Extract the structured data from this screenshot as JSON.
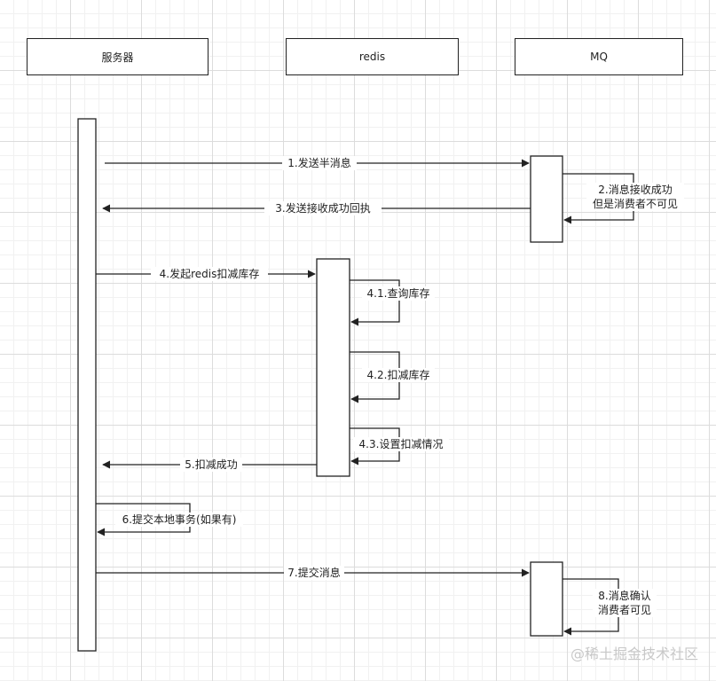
{
  "participants": {
    "server": "服务器",
    "redis": "redis",
    "mq": "MQ"
  },
  "messages": {
    "m1": "1.发送半消息",
    "m2_line1": "2.消息接收成功",
    "m2_line2": "但是消费者不可见",
    "m3": "3.发送接收成功回执",
    "m4": "4.发起redis扣减库存",
    "m4_1": "4.1.查询库存",
    "m4_2": "4.2.扣减库存",
    "m4_3": "4.3.设置扣减情况",
    "m5": "5.扣减成功",
    "m6": "6.提交本地事务(如果有)",
    "m7": "7.提交消息",
    "m8_line1": "8.消息确认",
    "m8_line2": "消费者可见"
  },
  "watermark": "@稀土掘金技术社区"
}
